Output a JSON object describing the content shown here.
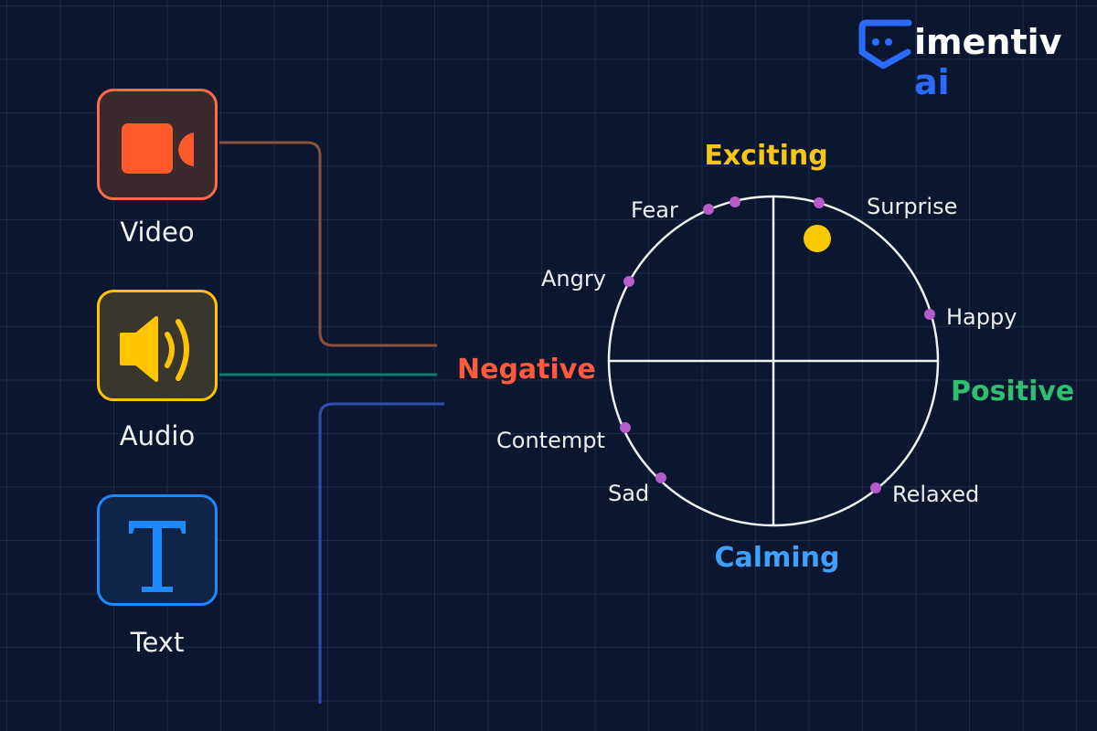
{
  "logo": {
    "text": "imentiv",
    "accent_text": "ai",
    "accent_color": "#2c6bff"
  },
  "modalities": [
    {
      "label": "Video",
      "icon": "video-camera-icon",
      "color": "#ff5a2c",
      "line_color": "#8a5238"
    },
    {
      "label": "Audio",
      "icon": "speaker-icon",
      "color": "#ffc400",
      "line_color": "#127a6e"
    },
    {
      "label": "Text",
      "icon": "text-t-icon",
      "color": "#1e88ff",
      "line_color": "#2f4fb0"
    }
  ],
  "circumplex": {
    "axes": {
      "top": {
        "label": "Exciting",
        "color": "#f5c518"
      },
      "bottom": {
        "label": "Calming",
        "color": "#3ea0ff"
      },
      "left": {
        "label": "Negative",
        "color": "#ff5a3c"
      },
      "right": {
        "label": "Positive",
        "color": "#2fbf71"
      }
    },
    "emotions": [
      "Fear",
      "Surprise",
      "Angry",
      "Happy",
      "Contempt",
      "Sad",
      "Relaxed"
    ],
    "point_color": "#b45cc8",
    "current_state_color": "#f7c800"
  }
}
